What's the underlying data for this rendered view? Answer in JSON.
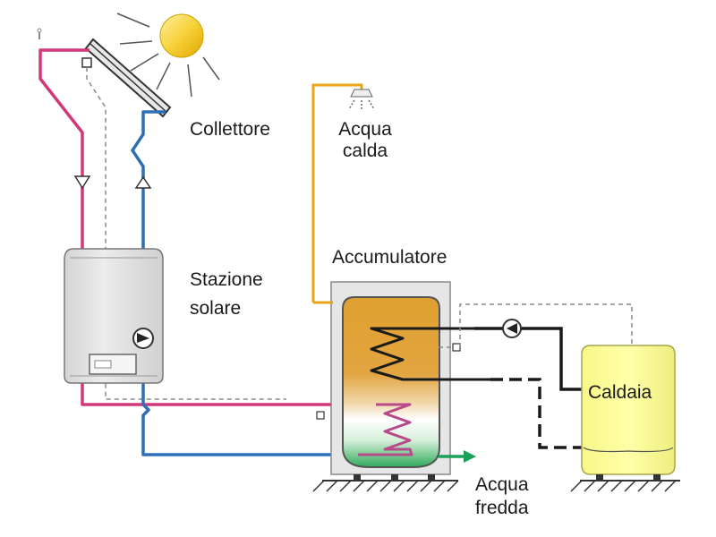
{
  "labels": {
    "collector": "Collettore",
    "hot_water_1": "Acqua",
    "hot_water_2": "calda",
    "storage": "Accumulatore",
    "solar_station_1": "Stazione",
    "solar_station_2": "solare",
    "boiler": "Caldaia",
    "cold_water_1": "Acqua",
    "cold_water_2": "fredda"
  },
  "colors": {
    "solar_flow": "#d0387a",
    "solar_return": "#2e6fb8",
    "hot_water_pipe": "#e8a51a",
    "cold_water_pipe": "#1aa05a",
    "boiler_pipe": "#1a1a1a",
    "sun": "#f5c81e",
    "boiler_body": "#ffff99",
    "station_body": "#e4e4e4",
    "tank_hot": "#e2a233"
  }
}
